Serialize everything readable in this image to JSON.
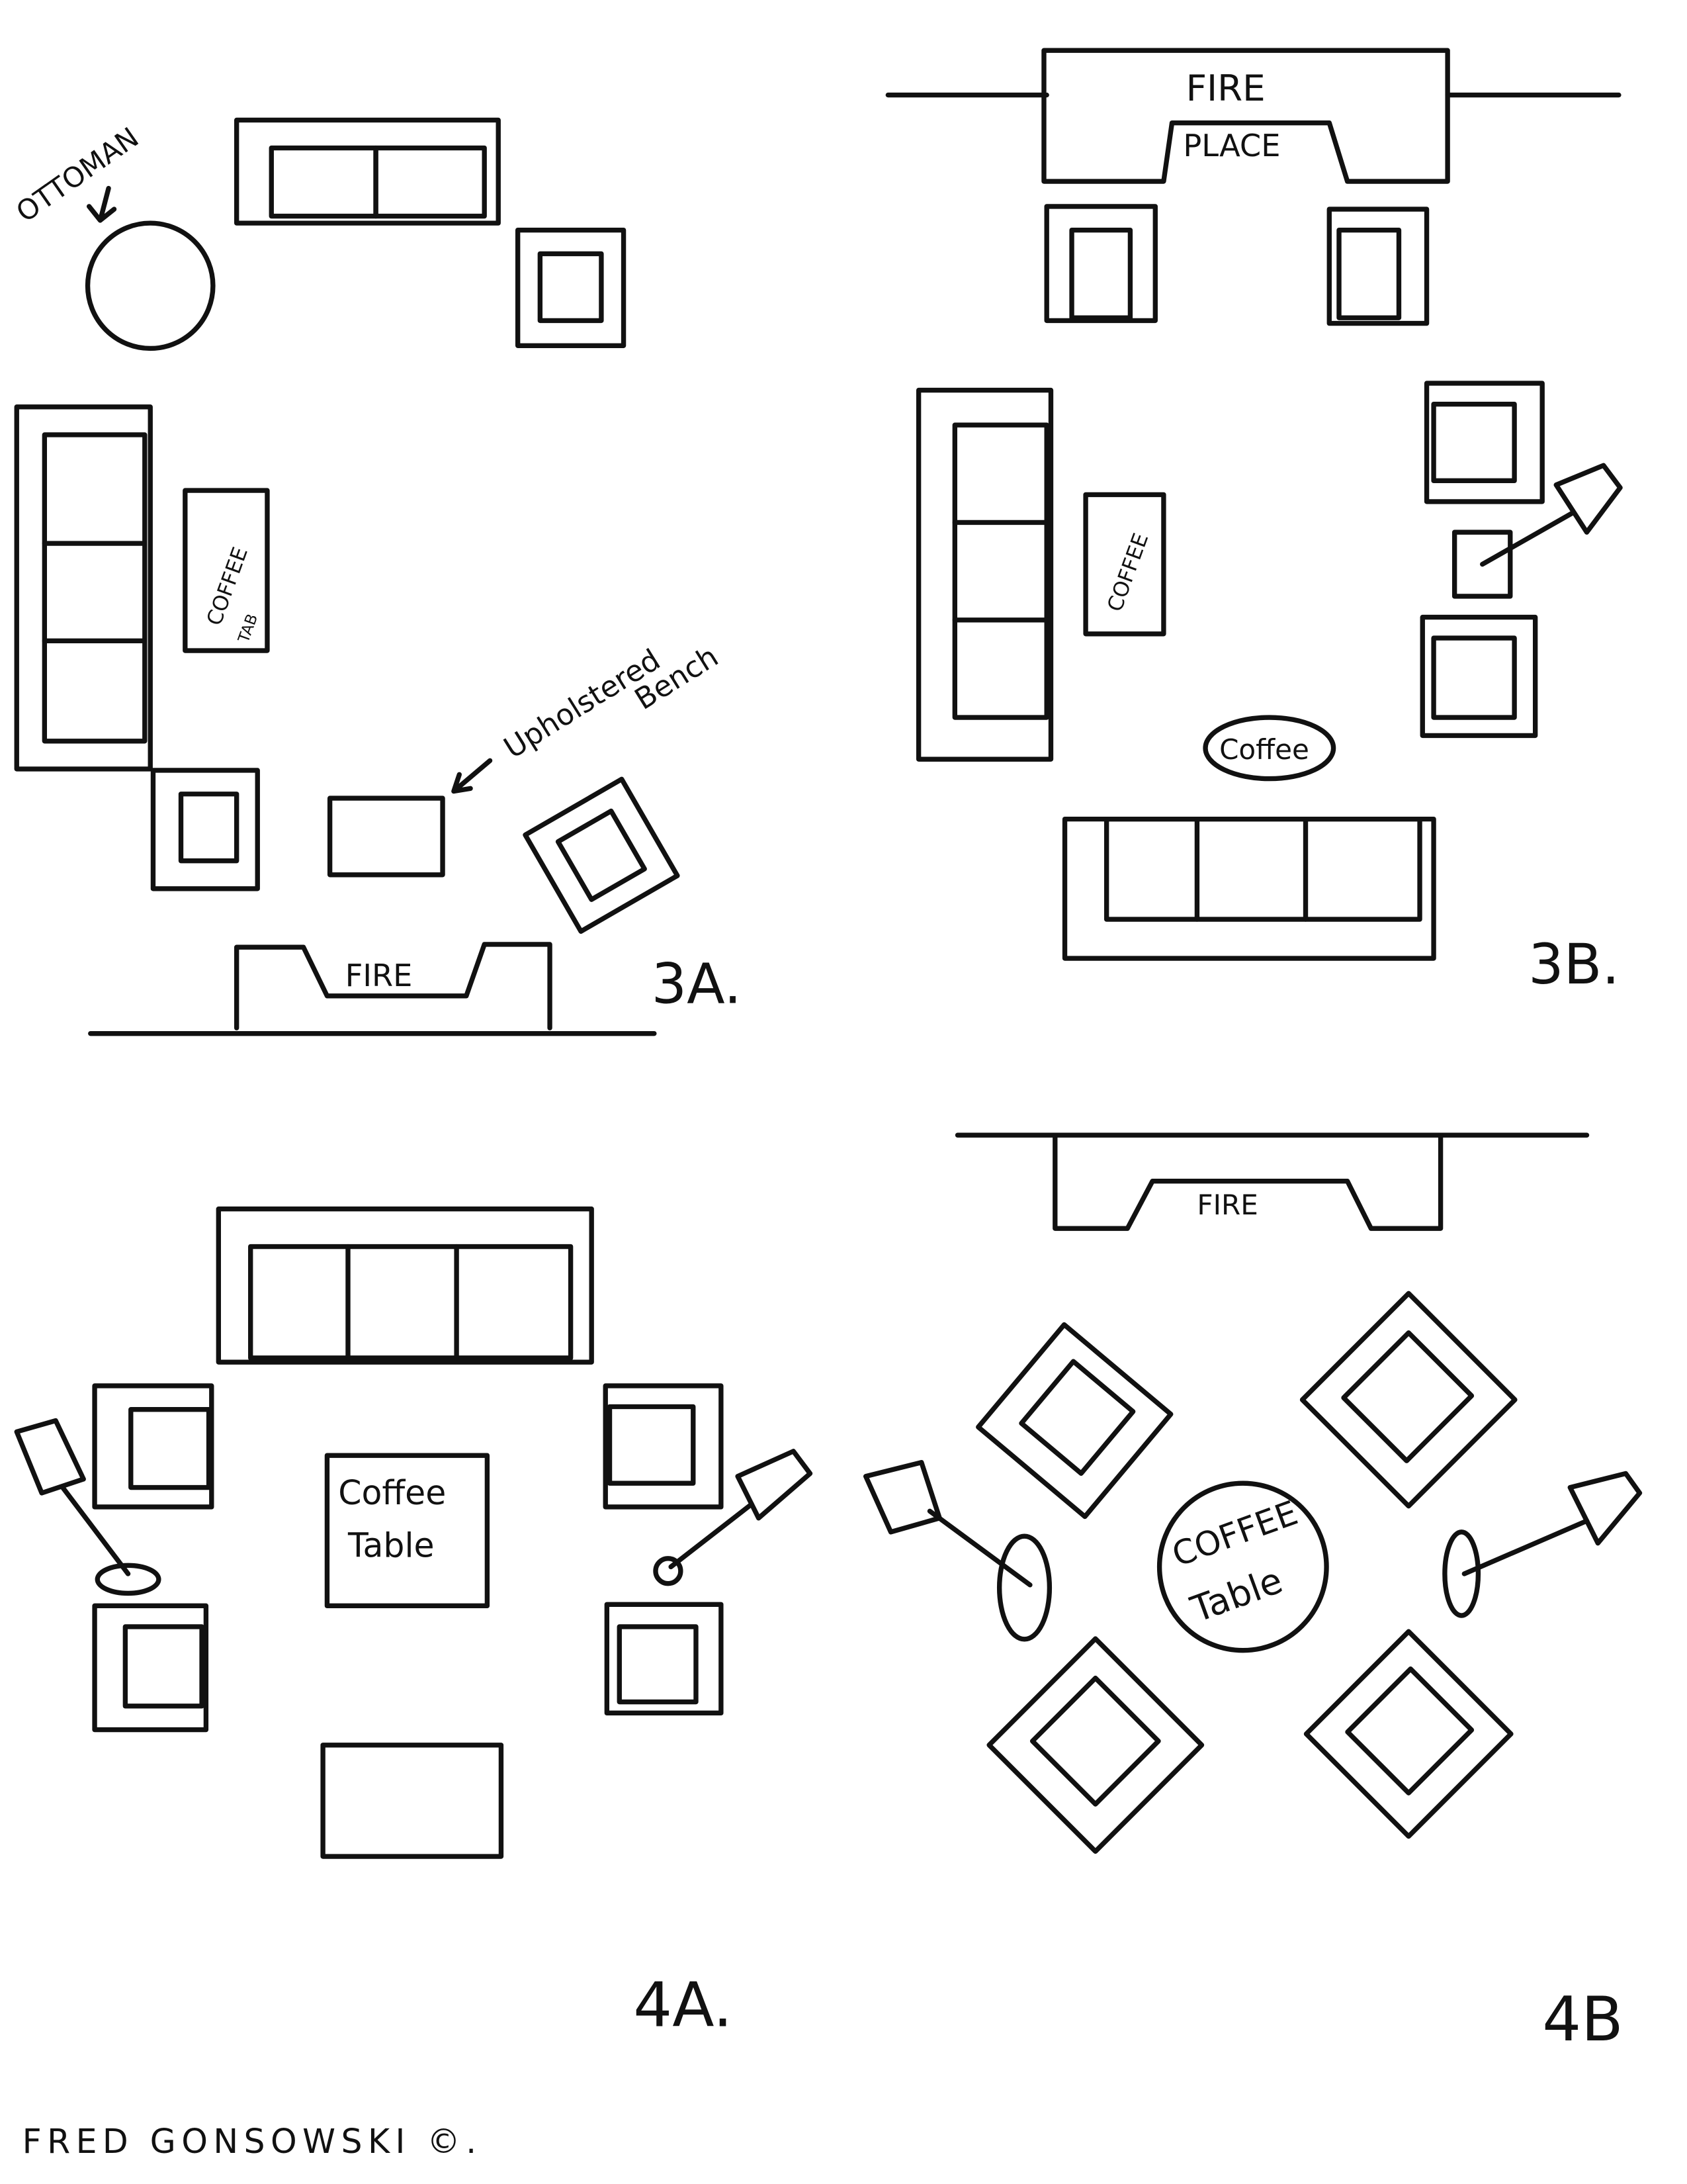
{
  "layouts": {
    "l3a": {
      "label": "3A.",
      "ottoman": "OTTOMAN",
      "coffee": "COFFEE",
      "coffee2": "TAB",
      "bench1": "Upholstered",
      "bench2": "Bench",
      "fire": "FIRE"
    },
    "l3b": {
      "label": "3B.",
      "fire1": "FIRE",
      "fire2": "PLACE",
      "coffee_rect": "COFFEE",
      "coffee_oval": "Coffee"
    },
    "l4a": {
      "label": "4A.",
      "coffee1": "Coffee",
      "coffee2": "Table"
    },
    "l4b": {
      "label": "4B",
      "fire": "FIRE",
      "coffee1": "COFFEE",
      "coffee2": "Table"
    }
  },
  "signature": "FRED GONSOWSKI ©."
}
